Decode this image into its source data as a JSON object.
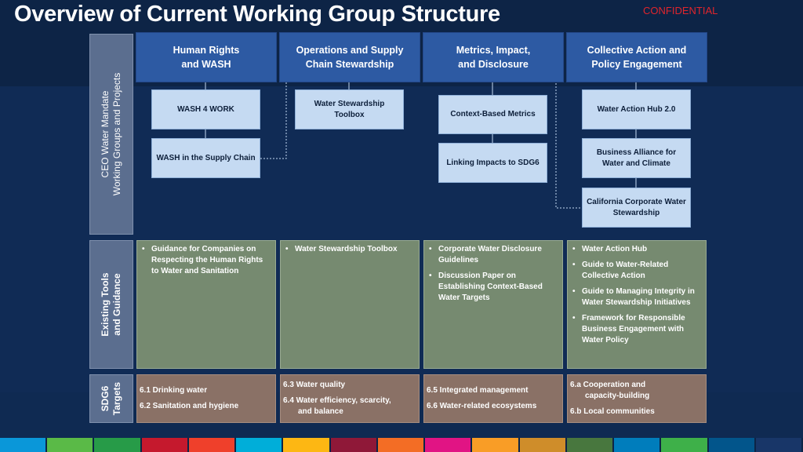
{
  "title": "Overview of Current Working Group Structure",
  "confidential": "CONFIDENTIAL",
  "row_labels": {
    "working_groups": [
      "CEO Water Mandate",
      "Working Groups and Projects"
    ],
    "tools": [
      "Existing Tools",
      "and Guidance"
    ],
    "sdg": [
      "SDG6",
      "Targets"
    ]
  },
  "columns": [
    {
      "header": [
        "Human Rights",
        "and WASH"
      ],
      "groups": [
        "WASH 4 WORK",
        "WASH in the Supply Chain"
      ],
      "tools": [
        "Guidance for Companies on Respecting the Human Rights to Water and Sanitation"
      ],
      "sdg_targets": [
        [
          "6.1 Drinking water"
        ],
        [
          "6.2 Sanitation and hygiene"
        ]
      ]
    },
    {
      "header": [
        "Operations and Supply",
        "Chain Stewardship"
      ],
      "groups": [
        [
          "Water Stewardship",
          "Toolbox"
        ]
      ],
      "tools": [
        "Water Stewardship Toolbox"
      ],
      "sdg_targets": [
        [
          "6.3 Water quality"
        ],
        [
          "6.4 Water efficiency, scarcity,",
          "and balance"
        ]
      ]
    },
    {
      "header": [
        "Metrics, Impact,",
        "and Disclosure"
      ],
      "groups": [
        "Context-Based Metrics",
        "Linking Impacts to SDG6"
      ],
      "tools": [
        "Corporate Water Disclosure Guidelines",
        "Discussion Paper on Establishing Context-Based Water Targets"
      ],
      "sdg_targets": [
        [
          "6.5 Integrated management"
        ],
        [
          "6.6 Water-related ecosystems"
        ]
      ]
    },
    {
      "header": [
        "Collective Action and",
        "Policy Engagement"
      ],
      "groups": [
        "Water Action Hub 2.0",
        [
          "Business Alliance for",
          "Water and Climate"
        ],
        [
          "California Corporate Water",
          "Stewardship"
        ]
      ],
      "tools": [
        "Water Action Hub",
        "Guide to Water-Related Collective Action",
        "Guide to Managing Integrity in Water Stewardship Initiatives",
        "Framework for Responsible Business Engagement with Water Policy"
      ],
      "sdg_targets": [
        [
          "6.a  Cooperation and",
          "capacity-building"
        ],
        [
          "6.b Local communities"
        ]
      ]
    }
  ],
  "colors": {
    "background": "#0d2446",
    "header": "#2d5aa3",
    "working_group_box": "#c5daf2",
    "tools_box": "#768a70",
    "sdg_box": "#8a7166",
    "row_label": "#5b6e8f",
    "confidential": "#e0252c",
    "sdg_stripe": [
      "#0a97d9",
      "#5aba47",
      "#279b48",
      "#c5192d",
      "#ef402b",
      "#00aed9",
      "#fdb713",
      "#8f1838",
      "#f36d25",
      "#e11484",
      "#f99d26",
      "#cf8d2a",
      "#48773e",
      "#007dbc",
      "#3eb049",
      "#02558b",
      "#183668"
    ]
  }
}
